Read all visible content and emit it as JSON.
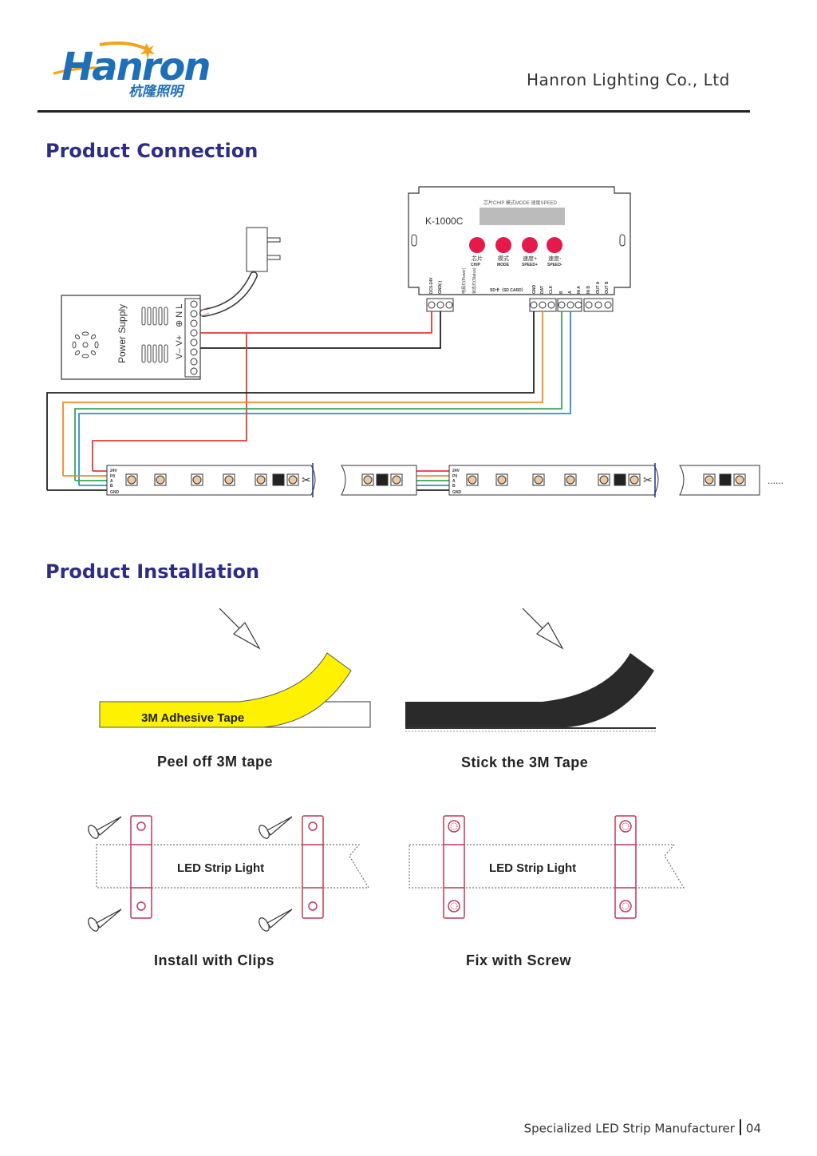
{
  "header": {
    "logo_text": "Hanron",
    "logo_subtitle": "杭隆照明",
    "company": "Hanron Lighting Co., Ltd"
  },
  "connection": {
    "title": "Product Connection",
    "power_supply_label": "Power Supply",
    "power_terminals_top": "⊕ N L",
    "power_terminals_bottom": "V– V+",
    "controller": {
      "model": "K-1000C",
      "display_header": "芯片CHIP 模式MODE 速度SPEED",
      "buttons": [
        {
          "cn": "芯片",
          "en": "CHIP"
        },
        {
          "cn": "模式",
          "en": "MODE"
        },
        {
          "cn": "速度+",
          "en": "SPEED+"
        },
        {
          "cn": "速度-",
          "en": "SPEED-"
        }
      ],
      "left_pins": [
        "DC5-24V",
        "GND(-)"
      ],
      "status_labels": [
        "电源灯(Power)",
        "状态灯(Status)"
      ],
      "sd_label": "SD卡（SD CARD）",
      "right_pins": [
        "GND",
        "DAT",
        "CLK",
        "B",
        "A",
        "IN A",
        "IN B",
        "OUT A",
        "OUT B"
      ]
    },
    "strip_pins": [
      "24V",
      "P0",
      "A",
      "B",
      "GND"
    ],
    "continuation": "......"
  },
  "installation": {
    "title": "Product Installation",
    "tape_label": "3M Adhesive Tape",
    "step1": "Peel off 3M tape",
    "step2": "Stick the 3M Tape",
    "strip_label_1": "LED Strip Light",
    "strip_label_2": "LED Strip Light",
    "step3": "Install with Clips",
    "step4": "Fix with Screw"
  },
  "footer": {
    "text": "Specialized LED Strip Manufacturer",
    "page": "04"
  },
  "colors": {
    "title_blue": "#2d2e83",
    "logo_blue": "#1d6fb8",
    "logo_orange": "#f5a11c",
    "wire_red": "#e53935",
    "wire_orange": "#f08a24",
    "wire_green": "#3aa655",
    "wire_blue": "#2b8fd6",
    "tape_yellow": "#fff200",
    "clip_red": "#c0395a"
  }
}
